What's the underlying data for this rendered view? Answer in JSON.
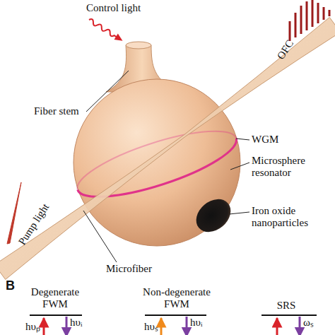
{
  "diagram": {
    "labels": [
      "Control light",
      "OFC",
      "Fiber stem",
      "WGM",
      "Microsphere resonator",
      "Pump light",
      "Iron oxide nanoparticles",
      "Microfiber",
      "B",
      "Degenerate FWM",
      "Non-degenerate FWM",
      "SRS",
      "hυₚ",
      "hυᵢ",
      "hυₛ",
      "hυᵢ",
      "ωₛ"
    ]
  }
}
